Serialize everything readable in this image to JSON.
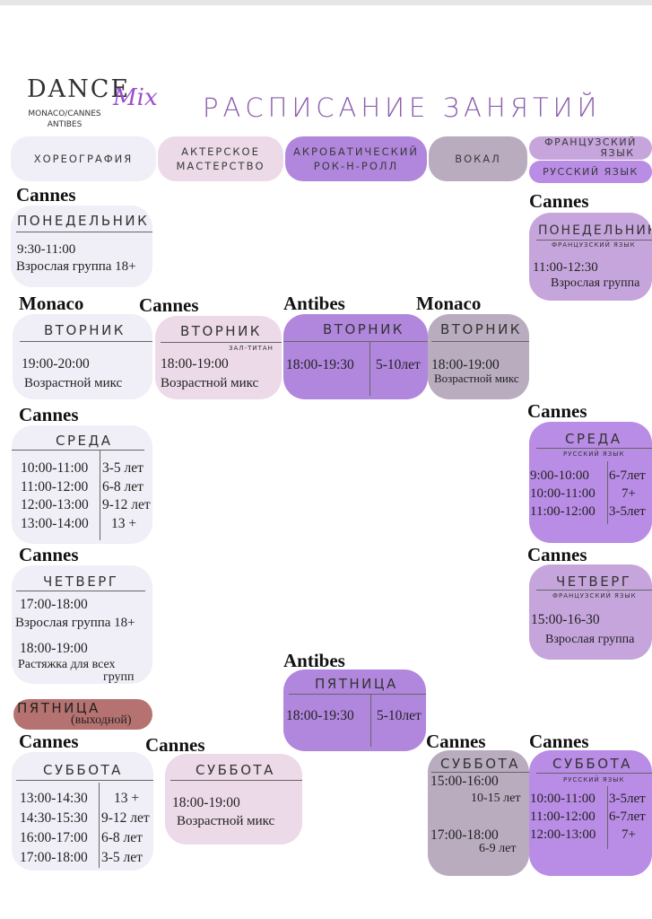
{
  "logo": {
    "word": "DANCE",
    "accent": "Mix",
    "line1": "MONACO/CANNES",
    "line2": "ANTIBES"
  },
  "title": "РАСПИСАНИЕ ЗАНЯТИЙ",
  "categories": {
    "choreo": "ХОРЕОГРАФИЯ",
    "acting1": "АКТЕРСКОЕ",
    "acting2": "МАСТЕРСТВО",
    "acro1": "АКРОБАТИЧЕСКИЙ",
    "acro2": "РОК-Н-РОЛЛ",
    "vocal": "ВОКАЛ",
    "french1": "ФРАНЦУЗСКИЙ",
    "french2": "ЯЗЫК",
    "russian": "РУССКИЙ ЯЗЫК"
  },
  "colors": {
    "grey": "#f0eef6",
    "pink": "#ecdae8",
    "purple": "#b186dd",
    "mauve": "#b9acbf",
    "lavender": "#c6a5dd",
    "rest_day": "#b57270"
  },
  "cities": {
    "cannes": "Cannes",
    "monaco": "Monaco",
    "antibes": "Antibes"
  },
  "days": {
    "mon": "ПОНЕДЕЛЬНИК",
    "tue": "ВТОРНИК",
    "wed": "СРЕДА",
    "thu": "ЧЕТВЕРГ",
    "fri": "ПЯТНИЦА",
    "fri_off": "(выходной)",
    "sat": "СУББОТА"
  },
  "notes": {
    "french": "ФРАНЦУЗСКИЙ ЯЗЫК",
    "russian": "РУССКИЙ ЯЗЫК",
    "hall": "ЗАЛ-ТИТАН"
  },
  "mon_choreo": {
    "time": "9:30-11:00",
    "group": "Взрослая группа 18+"
  },
  "mon_french": {
    "time": "11:00-12:30",
    "group": "Взрослая группа"
  },
  "tue_choreo": {
    "time": "19:00-20:00",
    "group": "Возрастной микс"
  },
  "tue_acting": {
    "time": "18:00-19:00",
    "group": "Возрастной микс"
  },
  "tue_acro": {
    "time": "18:00-19:30",
    "age": "5-10лет"
  },
  "tue_vocal": {
    "time": "18:00-19:00",
    "group": "Возрастной микс"
  },
  "wed_choreo": {
    "times": [
      "10:00-11:00",
      "11:00-12:00",
      "12:00-13:00",
      "13:00-14:00"
    ],
    "ages": [
      "3-5 лет",
      "6-8 лет",
      "9-12 лет",
      "13 +"
    ]
  },
  "wed_russian": {
    "times": [
      "9:00-10:00",
      "10:00-11:00",
      "11:00-12:00"
    ],
    "ages": [
      "6-7лет",
      "7+",
      "3-5лет"
    ]
  },
  "thu_choreo": {
    "time1": "17:00-18:00",
    "group1": "Взрослая группа 18+",
    "time2": "18:00-19:00",
    "group2a": "Растяжка для всех",
    "group2b": "групп"
  },
  "thu_french": {
    "time": "15:00-16-30",
    "group": "Взрослая группа"
  },
  "fri_acro": {
    "time": "18:00-19:30",
    "age": "5-10лет"
  },
  "sat_choreo": {
    "times": [
      "13:00-14:30",
      "14:30-15:30",
      "16:00-17:00",
      "17:00-18:00"
    ],
    "ages": [
      "13 +",
      "9-12 лет",
      "6-8 лет",
      "3-5 лет"
    ]
  },
  "sat_acting": {
    "time": "18:00-19:00",
    "group": "Возрастной микс"
  },
  "sat_vocal": {
    "time1": "15:00-16:00",
    "age1": "10-15 лет",
    "time2": "17:00-18:00",
    "age2": "6-9 лет"
  },
  "sat_russian": {
    "times": [
      "10:00-11:00",
      "11:00-12:00",
      "12:00-13:00"
    ],
    "ages": [
      "3-5лет",
      "6-7лет",
      "7+"
    ]
  }
}
